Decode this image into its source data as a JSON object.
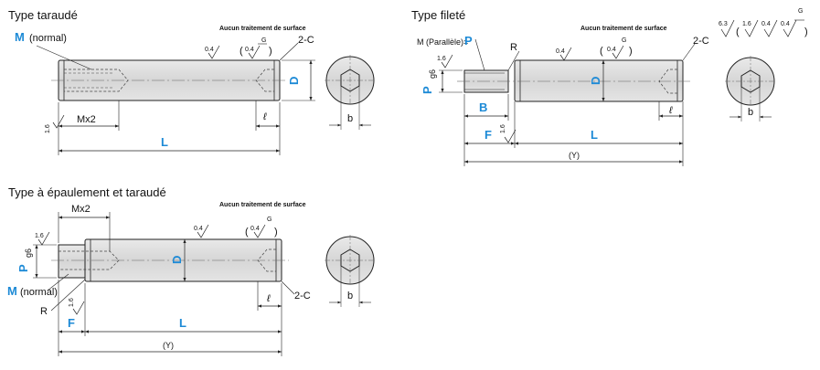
{
  "sections": {
    "tapped": {
      "title": "Type taraudé",
      "note": "Aucun traitement de surface",
      "m_label": "M",
      "m_normal": "(normal)",
      "mx2": "Mx2",
      "L": "L",
      "D": "D",
      "l": "ℓ",
      "chamfer": "2-C",
      "b": "b",
      "rough_16": "1.6",
      "rough_04": "0.4",
      "g": "G"
    },
    "threaded": {
      "title": "Type fileté",
      "note": "Aucun traitement de surface",
      "m_parallel": "M (Parallèle)=",
      "p_label": "P",
      "pg6": "g6",
      "R": "R",
      "B": "B",
      "F": "F",
      "L": "L",
      "Y": "(Y)",
      "D": "D",
      "l": "ℓ",
      "chamfer": "2-C",
      "b": "b",
      "rough_16": "1.6",
      "rough_04": "0.4",
      "g": "G",
      "header_roughness": [
        "6.3",
        "1.6",
        "0.4",
        "0.4"
      ]
    },
    "shoulder_tapped": {
      "title": "Type à épaulement et taraudé",
      "note": "Aucun traitement de surface",
      "mx2": "Mx2",
      "p_label": "P",
      "pg6": "g6",
      "m_label": "M",
      "m_normal": "(normal)",
      "R": "R",
      "F": "F",
      "L": "L",
      "Y": "(Y)",
      "D": "D",
      "l": "ℓ",
      "chamfer": "2-C",
      "b": "b",
      "rough_16": "1.6",
      "rough_04": "0.4",
      "g": "G"
    }
  },
  "colors": {
    "accent": "#1d8ad6",
    "body_fill": "#dcdcdc",
    "line": "#222222"
  }
}
